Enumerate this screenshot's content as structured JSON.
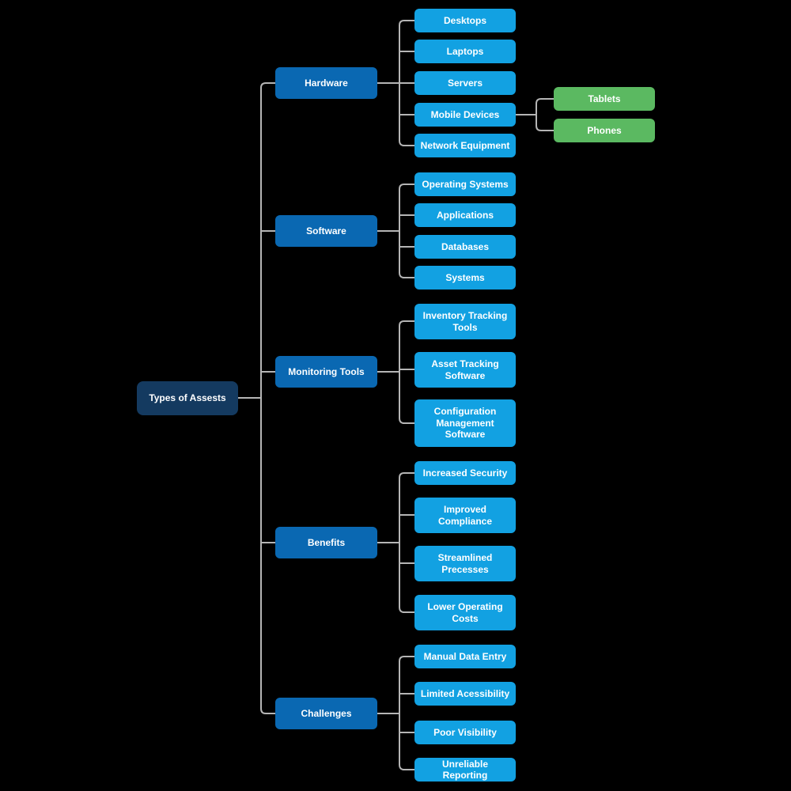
{
  "colors": {
    "background": "#000000",
    "root": "#143a60",
    "category": "#0a68b2",
    "leaf": "#12a1e2",
    "green": "#5bb961",
    "line": "#b5b5b5",
    "text": "#ffffff"
  },
  "root": {
    "label": "Types of Assests"
  },
  "branches": [
    {
      "label": "Hardware",
      "children": [
        {
          "label": "Desktops"
        },
        {
          "label": "Laptops"
        },
        {
          "label": "Servers"
        },
        {
          "label": "Mobile Devices",
          "children": [
            {
              "label": "Tablets"
            },
            {
              "label": "Phones"
            }
          ]
        },
        {
          "label": "Network Equipment"
        }
      ]
    },
    {
      "label": "Software",
      "children": [
        {
          "label": "Operating Systems"
        },
        {
          "label": "Applications"
        },
        {
          "label": "Databases"
        },
        {
          "label": "Systems"
        }
      ]
    },
    {
      "label": "Monitoring Tools",
      "children": [
        {
          "label": "Inventory Tracking Tools"
        },
        {
          "label": "Asset Tracking Software"
        },
        {
          "label": "Configuration Management Software"
        }
      ]
    },
    {
      "label": "Benefits",
      "children": [
        {
          "label": "Increased Security"
        },
        {
          "label": "Improved Compliance"
        },
        {
          "label": "Streamlined Precesses"
        },
        {
          "label": "Lower Operating Costs"
        }
      ]
    },
    {
      "label": "Challenges",
      "children": [
        {
          "label": "Manual Data Entry"
        },
        {
          "label": "Limited Acessibility"
        },
        {
          "label": "Poor Visibility"
        },
        {
          "label": "Unreliable Reporting"
        }
      ]
    }
  ]
}
